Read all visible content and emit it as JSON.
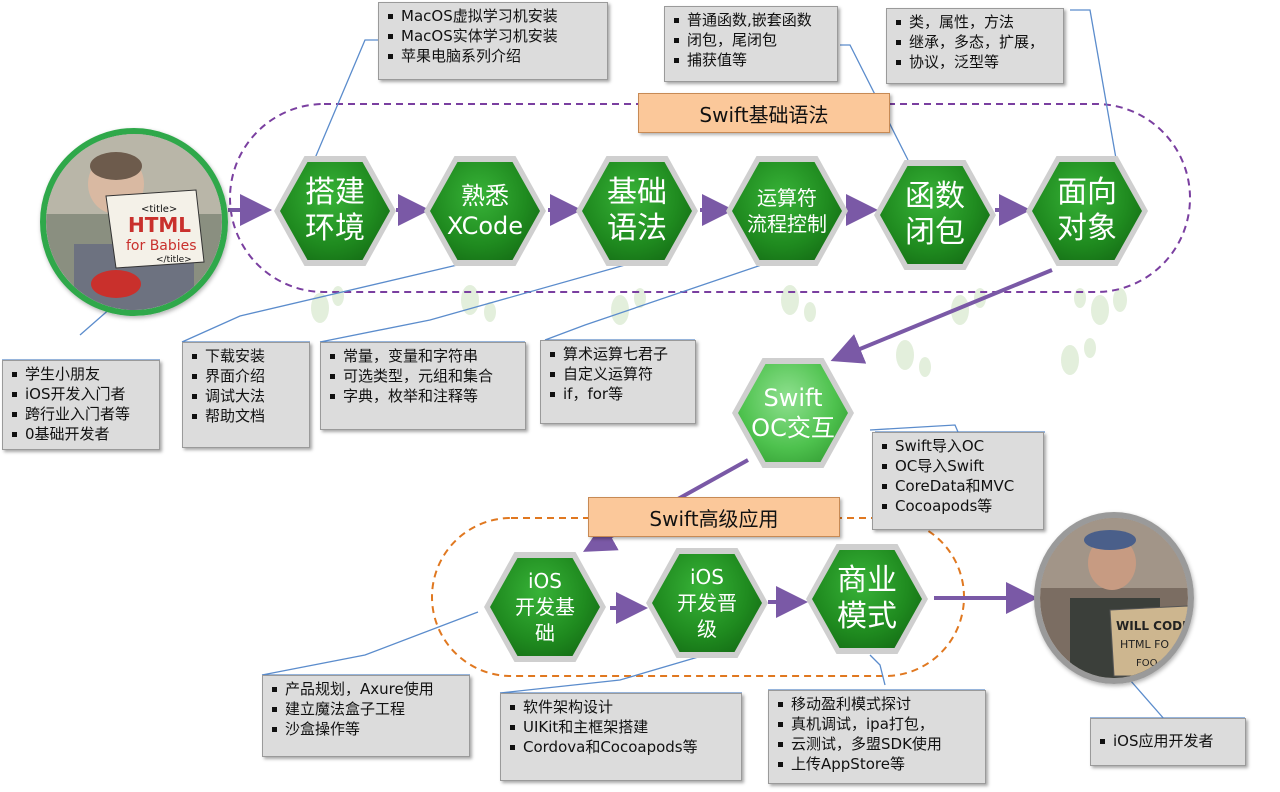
{
  "banners": {
    "basic": "Swift基础语法",
    "advanced": "Swift高级应用"
  },
  "hexes": {
    "env": "搭建\n环境",
    "xcode": "熟悉\nXCode",
    "syntax": "基础\n语法",
    "operators": "运算符\n流程控制",
    "functions": "函数\n闭包",
    "oop": "面向\n对象",
    "interop": "Swift\nOC交互",
    "ios_basic": "iOS\n开发基\n础",
    "ios_adv": "iOS\n开发晋\n级",
    "business": "商业\n模式"
  },
  "boxes": {
    "env_top": [
      "MacOS虚拟学习机安装",
      "MacOS实体学习机安装",
      "苹果电脑系列介绍"
    ],
    "functions_top": [
      "普通函数,嵌套函数",
      "闭包，尾闭包",
      "捕获值等"
    ],
    "oop_top": [
      "类，属性，方法",
      "继承，多态，扩展，",
      "协议，泛型等"
    ],
    "audience": [
      "学生小朋友",
      "iOS开发入门者",
      "跨行业入门者等",
      "0基础开发者"
    ],
    "xcode_bottom": [
      "下载安装",
      "界面介绍",
      "调试大法",
      "帮助文档"
    ],
    "syntax_bottom": [
      "常量，变量和字符串",
      "可选类型，元组和集合",
      "字典，枚举和注释等"
    ],
    "operators_bottom": [
      "算术运算七君子",
      "自定义运算符",
      "if，for等"
    ],
    "interop_box": [
      "Swift导入OC",
      "OC导入Swift",
      "CoreData和MVC",
      "Cocoapods等"
    ],
    "ios_basic_bottom": [
      "产品规划，Axure使用",
      "建立魔法盒子工程",
      "沙盒操作等"
    ],
    "ios_adv_bottom": [
      "软件架构设计",
      "UIKit和主框架搭建",
      "Cordova和Cocoapods等"
    ],
    "business_bottom": [
      "移动盈利模式探讨",
      "真机调试，ipa打包，",
      "云测试，多盟SDK使用",
      "上传AppStore等"
    ],
    "developer": [
      "iOS应用开发者"
    ]
  },
  "photos": {
    "baby_book_line1": "<title>",
    "baby_book_line2": "HTML",
    "baby_book_line3": "for Babies",
    "baby_book_line4": "</title>",
    "sign_line1": "WILL CODE",
    "sign_line2": "HTML FO",
    "sign_line3": "FOO"
  },
  "colors": {
    "arrow": "#7a59a6",
    "dashed_top": "#7a3fa0",
    "dashed_bottom": "#e07820",
    "hex_green": "#1f8a1f",
    "banner": "#fbc89a",
    "callout_line": "#5b8ccc"
  }
}
